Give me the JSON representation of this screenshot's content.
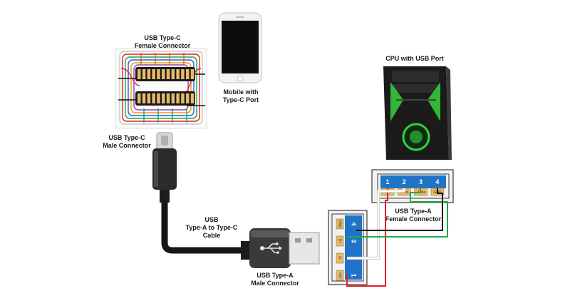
{
  "labels": {
    "typec_female": [
      "USB Type-C",
      "Female Connector"
    ],
    "mobile": [
      "Mobile with",
      "Type-C Port"
    ],
    "cpu": "CPU with USB Port",
    "typec_male": [
      "USB Type-C",
      "Male Connector"
    ],
    "cable": [
      "USB",
      "Type-A to Type-C",
      "Cable"
    ],
    "typea_male": [
      "USB Type-A",
      "Male Connector"
    ],
    "typea_female": [
      "USB Type-A",
      "Female Connector"
    ]
  },
  "female_pins": [
    {
      "num": "1",
      "name": "+5V"
    },
    {
      "num": "2",
      "name": "-Data"
    },
    {
      "num": "3",
      "name": "+Data"
    },
    {
      "num": "4",
      "name": "GND"
    }
  ],
  "male_pins": [
    {
      "num": "4",
      "name": "GND"
    },
    {
      "num": "3",
      "name": "D+"
    },
    {
      "num": "2",
      "name": "D-"
    },
    {
      "num": "1",
      "name": "+5V"
    }
  ],
  "colors": {
    "red": "#e0202a",
    "white": "#ffffff",
    "green": "#1fa84a",
    "black": "#111111",
    "pin_blue": "#1f74c7",
    "contact_gold": "#e8b96a",
    "cpu_green": "#35d23a"
  }
}
